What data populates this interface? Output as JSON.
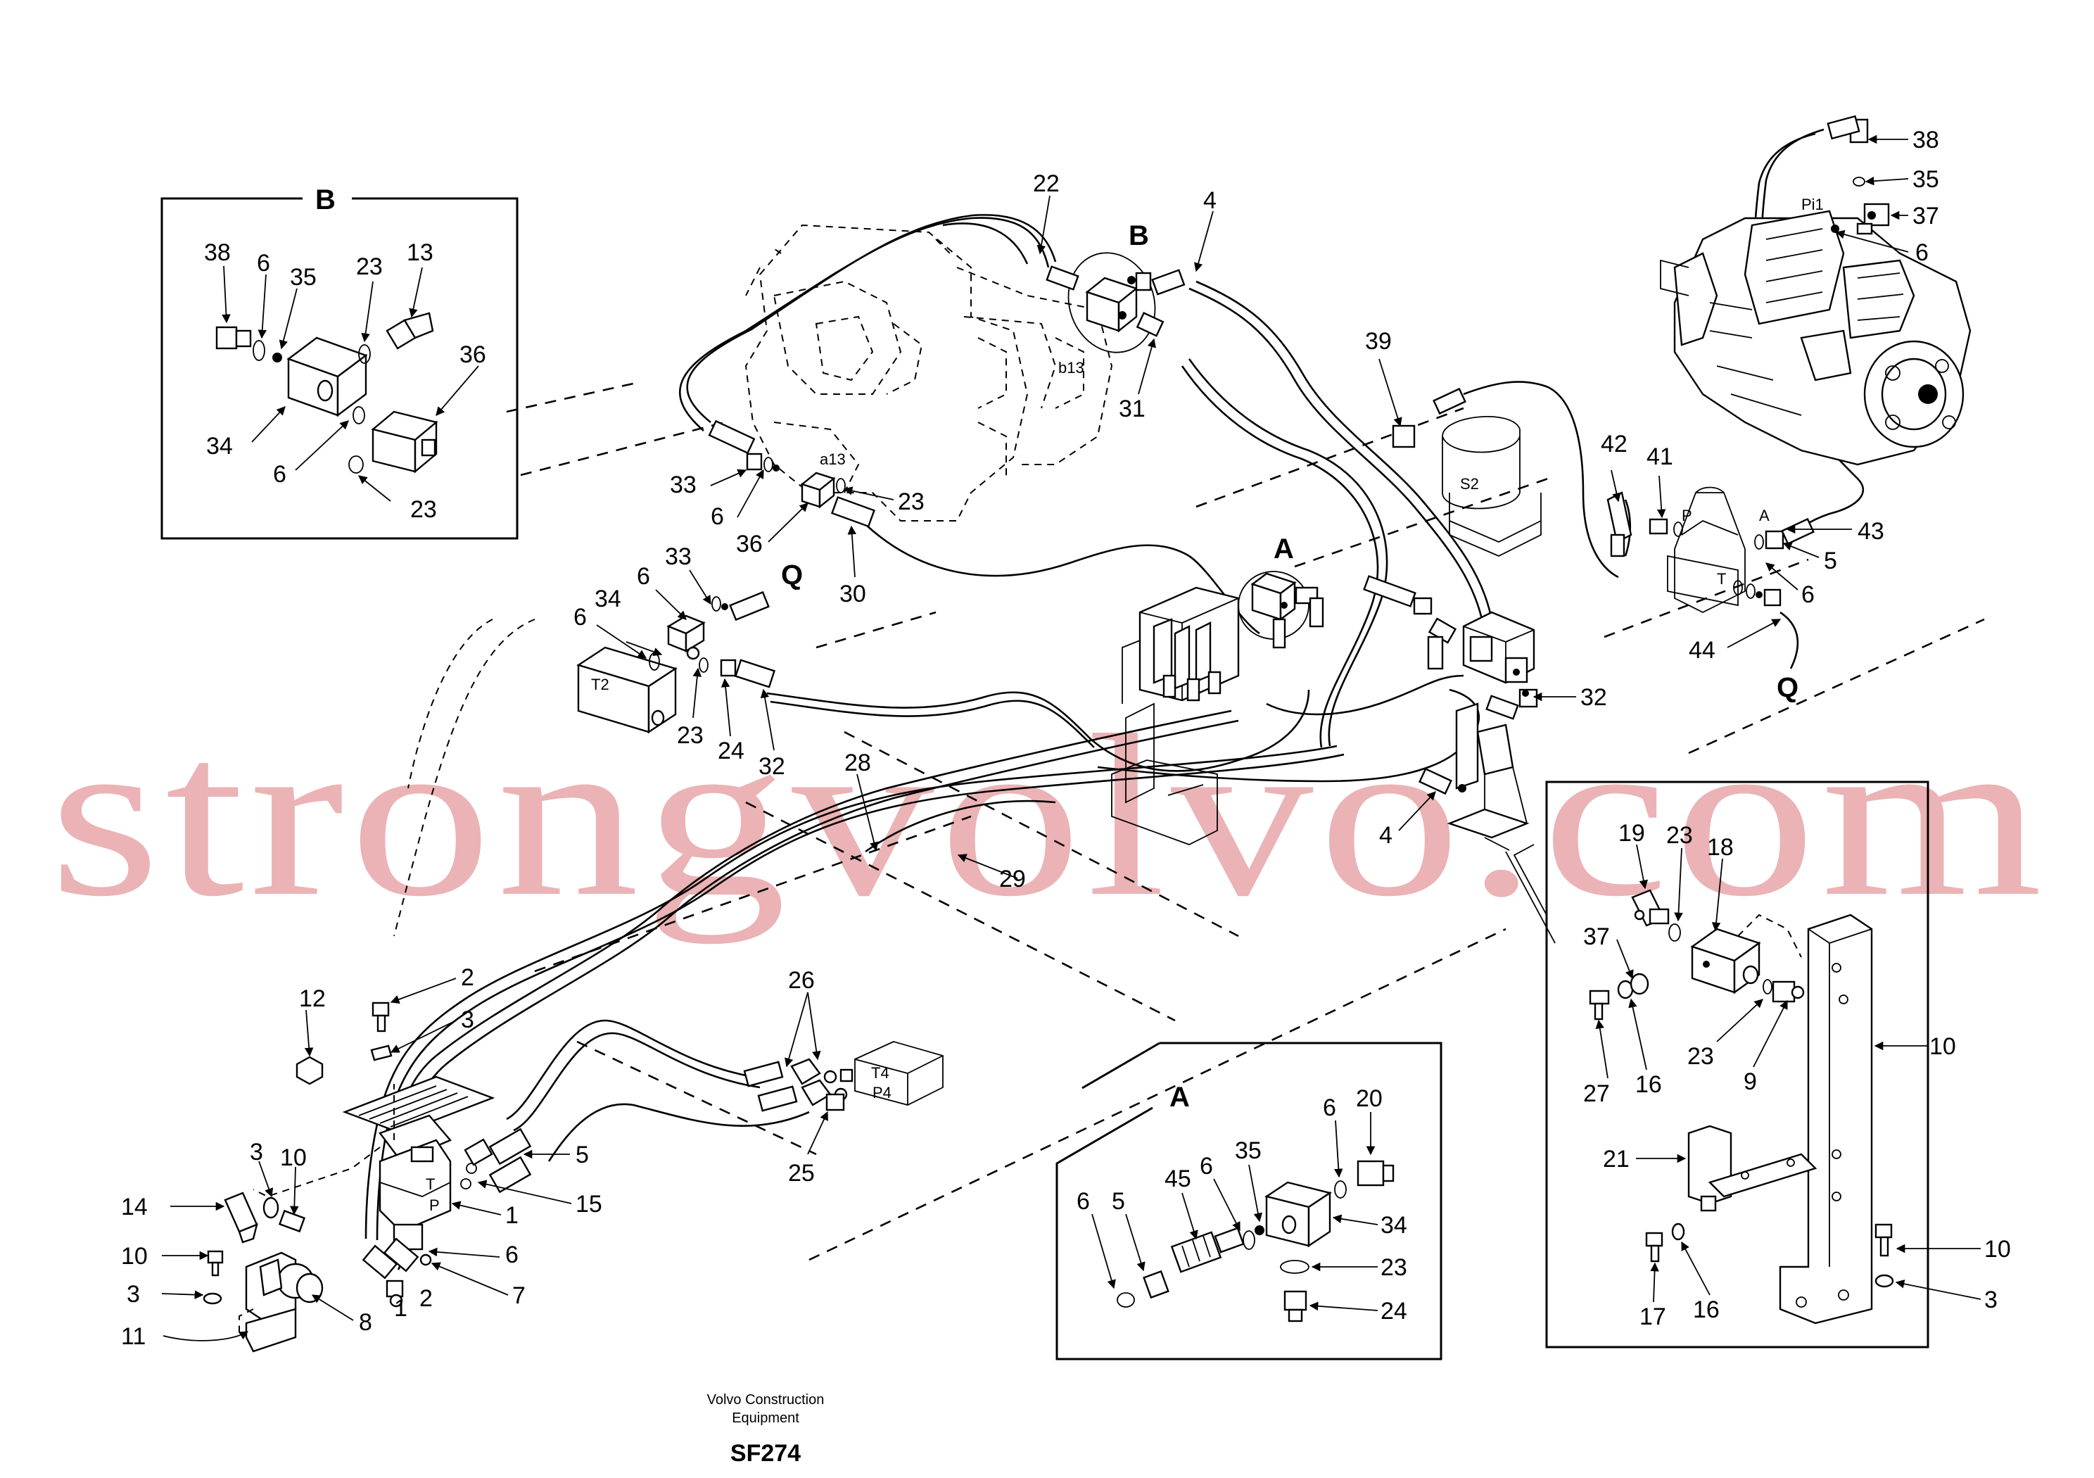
{
  "figure": {
    "callouts": {
      "box_b_heading": "B",
      "box_a_heading": "A",
      "view_b": "B",
      "view_a": "A",
      "q_left": "Q",
      "q_right": "Q",
      "b_38": "38",
      "b_6a": "6",
      "b_35": "35",
      "b_23a": "23",
      "b_13": "13",
      "b_36": "36",
      "b_34": "34",
      "b_6b": "6",
      "b_23b": "23",
      "m_22": "22",
      "m_4a": "4",
      "m_31": "31",
      "m_33a": "33",
      "m_6a": "6",
      "m_36": "36",
      "m_23a": "23",
      "m_30": "30",
      "m_33b": "33",
      "m_6b": "6",
      "m_34": "34",
      "m_6c": "6",
      "m_23b": "23",
      "m_24": "24",
      "m_32a": "32",
      "m_39": "39",
      "m_42": "42",
      "m_41": "41",
      "m_43": "43",
      "m_5a": "5",
      "m_6d": "6",
      "m_44": "44",
      "m_32b": "32",
      "m_4b": "4",
      "m_28": "28",
      "m_29": "29",
      "m_26": "26",
      "m_25": "25",
      "p_38": "38",
      "p_35": "35",
      "p_37": "37",
      "p_6": "6",
      "f_12": "12",
      "f_2": "2",
      "f_3a": "3",
      "f_3b": "3",
      "f_10a": "10",
      "f_14": "14",
      "f_10b": "10",
      "f_3c": "3",
      "f_11": "11",
      "f_8": "8",
      "f_1a": "1",
      "f_2b": "2",
      "f_6": "6",
      "f_7": "7",
      "f_1b": "1",
      "f_5": "5",
      "f_15": "15",
      "a_6a": "6",
      "a_5": "5",
      "a_45": "45",
      "a_6b": "6",
      "a_35": "35",
      "a_6c": "6",
      "a_20": "20",
      "a_34": "34",
      "a_23": "23",
      "a_24": "24",
      "r_19": "19",
      "r_23a": "23",
      "r_18": "18",
      "r_37": "37",
      "r_27": "27",
      "r_16a": "16",
      "r_23b": "23",
      "r_9": "9",
      "r_10a": "10",
      "r_21": "21",
      "r_17": "17",
      "r_16b": "16",
      "r_10b": "10",
      "r_3": "3"
    },
    "port_labels": {
      "b13": "b13",
      "a13": "a13",
      "s2": "S2",
      "pi1": "Pi1",
      "p": "P",
      "a": "A",
      "t": "T",
      "t2": "T2",
      "t4": "T4",
      "p4": "P4",
      "t_pedal": "T",
      "p_pedal": "P"
    },
    "footer": {
      "line1": "Volvo Construction",
      "line2": "Equipment",
      "code": "SF274"
    },
    "watermark": "strongvolvo.com"
  }
}
